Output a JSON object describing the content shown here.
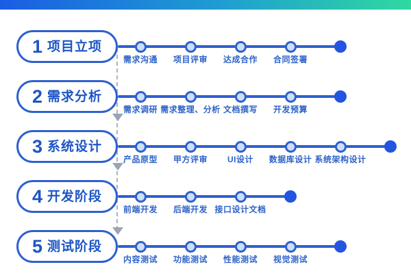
{
  "colors": {
    "timeline_blue": "#2e60cf",
    "end_dot_blue": "#2355e0",
    "node_fill": "#cddff6",
    "pill_text_blue": "#1d55c6",
    "label_text_blue": "#2e63c8",
    "connector_gray": "#a9b3c5",
    "topbar_gradient_start": "#1a5de4",
    "topbar_gradient_end": "#2fd9a0"
  },
  "phases": [
    {
      "number": "1",
      "title": "项目立项",
      "steps": [
        "需求沟通",
        "项目评审",
        "达成合作",
        "合同签署"
      ]
    },
    {
      "number": "2",
      "title": "需求分析",
      "steps": [
        "需求调研",
        "需求整理、分析",
        "文档撰写",
        "开发预算"
      ]
    },
    {
      "number": "3",
      "title": "系统设计",
      "steps": [
        "产品原型",
        "甲方评审",
        "UI设计",
        "数据库设计",
        "系统架构设计"
      ]
    },
    {
      "number": "4",
      "title": "开发阶段",
      "steps": [
        "前端开发",
        "后端开发",
        "接口设计文档"
      ]
    },
    {
      "number": "5",
      "title": "测试阶段",
      "steps": [
        "内容测试",
        "功能测试",
        "性能测试",
        "视觉测试"
      ]
    }
  ]
}
